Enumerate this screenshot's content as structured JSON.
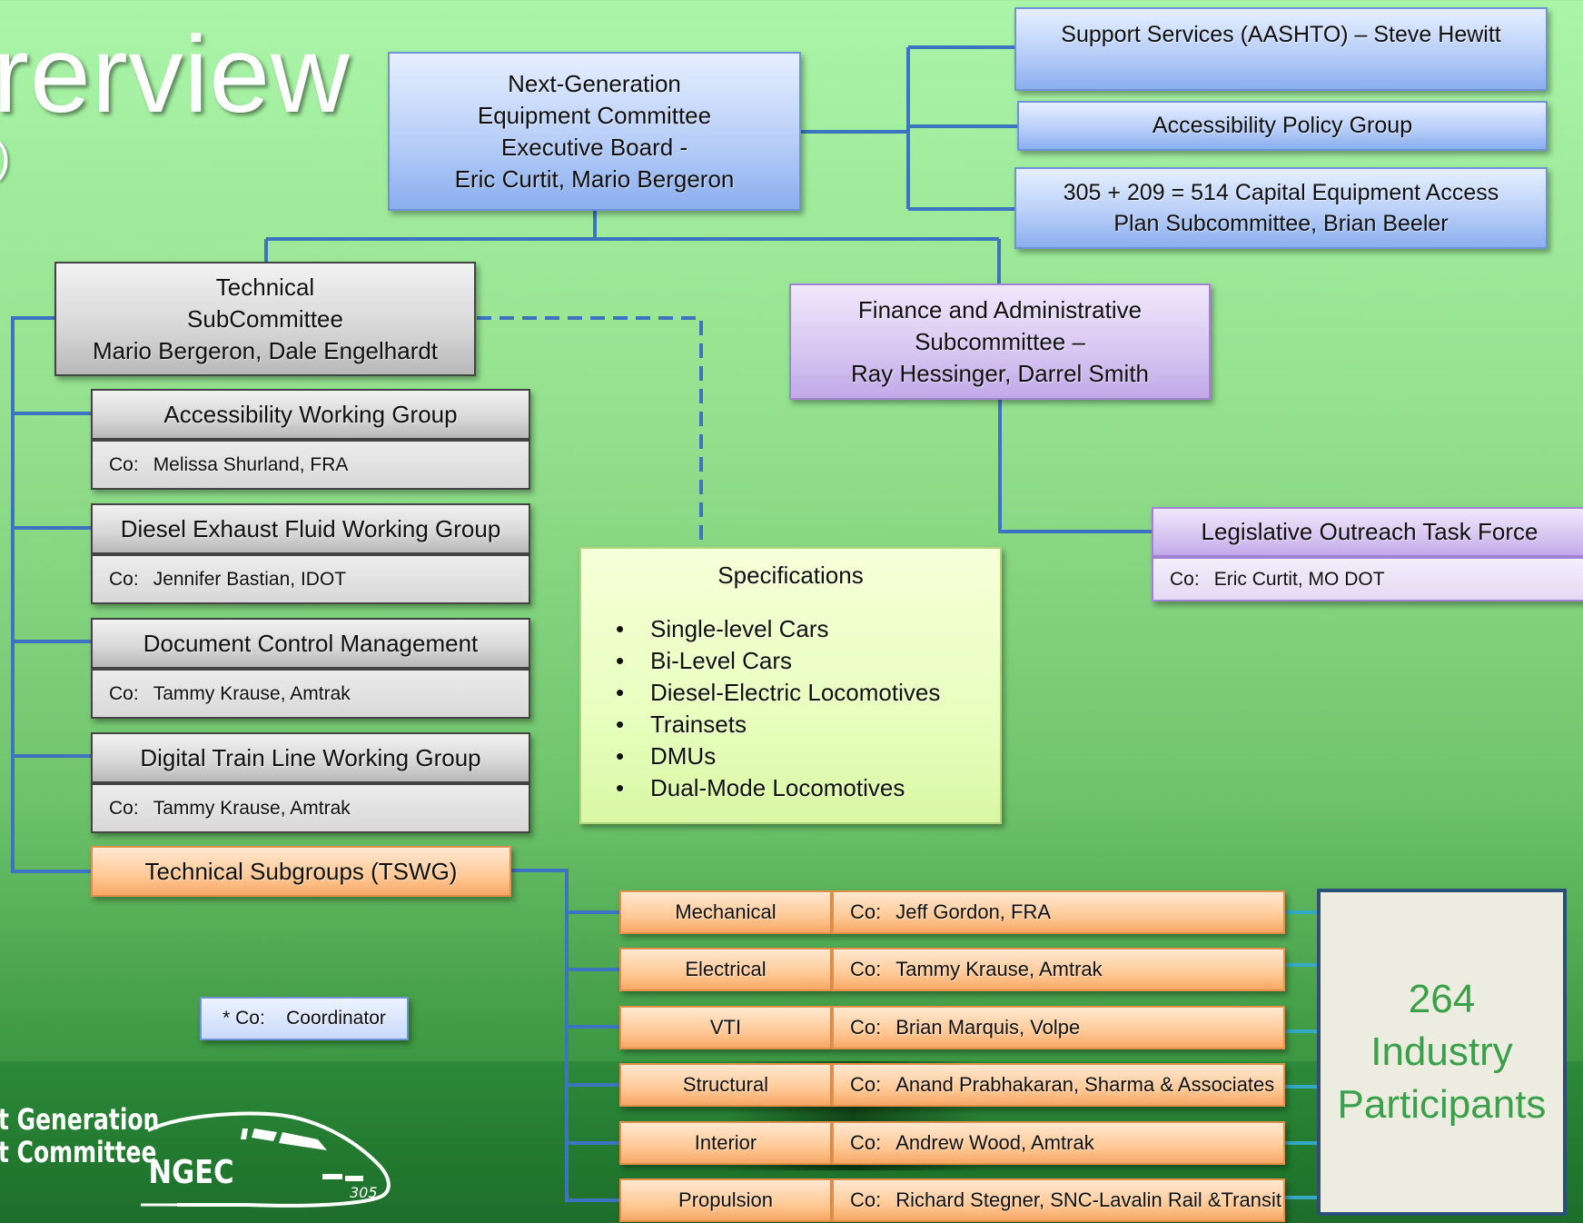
{
  "header": {
    "title": "rerview",
    "subtitle": ")"
  },
  "executive_board": {
    "lines": [
      "Next-Generation",
      "Equipment Committee",
      "Executive Board -",
      "Eric Curtit, Mario Bergeron"
    ]
  },
  "support_services": {
    "label": "Support Services (AASHTO) – Steve Hewitt"
  },
  "accessibility_policy": {
    "label": "Accessibility Policy Group"
  },
  "capital_equipment": {
    "lines": [
      "305 + 209 = 514 Capital Equipment Access",
      "Plan Subcommittee, Brian Beeler"
    ]
  },
  "technical_subcommittee": {
    "lines": [
      "Technical",
      "SubCommittee",
      "Mario Bergeron, Dale Engelhardt"
    ]
  },
  "finance_subcommittee": {
    "lines": [
      "Finance and Administrative",
      "Subcommittee –",
      "Ray Hessinger, Darrel Smith"
    ]
  },
  "working_groups": [
    {
      "title": "Accessibility Working Group",
      "co_label": "Co:",
      "co_name": "Melissa Shurland, FRA"
    },
    {
      "title": "Diesel Exhaust Fluid Working Group",
      "co_label": "Co:",
      "co_name": "Jennifer Bastian, IDOT"
    },
    {
      "title": "Document Control Management",
      "co_label": "Co:",
      "co_name": "Tammy Krause, Amtrak"
    },
    {
      "title": "Digital Train Line Working Group",
      "co_label": "Co:",
      "co_name": "Tammy Krause, Amtrak"
    }
  ],
  "tswg": {
    "label": "Technical Subgroups (TSWG)"
  },
  "specifications": {
    "title": "Specifications",
    "items": [
      "Single-level Cars",
      "Bi-Level Cars",
      "Diesel-Electric Locomotives",
      "Trainsets",
      "DMUs",
      "Dual-Mode Locomotives"
    ]
  },
  "legislative": {
    "title": "Legislative Outreach Task Force",
    "co_label": "Co:",
    "co_name": "Eric Curtit, MO DOT"
  },
  "subgroups": [
    {
      "name": "Mechanical",
      "co_label": "Co:",
      "co_name": "Jeff Gordon, FRA"
    },
    {
      "name": "Electrical",
      "co_label": "Co:",
      "co_name": "Tammy Krause, Amtrak"
    },
    {
      "name": "VTI",
      "co_label": "Co:",
      "co_name": "Brian Marquis, Volpe"
    },
    {
      "name": "Structural",
      "co_label": "Co:",
      "co_name": "Anand Prabhakaran, Sharma & Associates"
    },
    {
      "name": "Interior",
      "co_label": "Co:",
      "co_name": "Andrew Wood, Amtrak"
    },
    {
      "name": "Propulsion",
      "co_label": "Co:",
      "co_name": "Richard Stegner, SNC-Lavalin Rail &Transit"
    }
  ],
  "participants": {
    "count": "264",
    "line1": "Industry",
    "line2": "Participants"
  },
  "legend": {
    "text": "* Co:    Coordinator"
  },
  "logo": {
    "line1": "t Generation",
    "line2": "t Committee",
    "mark": "NGEC",
    "number": "305"
  },
  "colors": {
    "connector": "#3c74c2",
    "participants_text": "#3aa04a",
    "participants_border": "#2c4f78"
  }
}
